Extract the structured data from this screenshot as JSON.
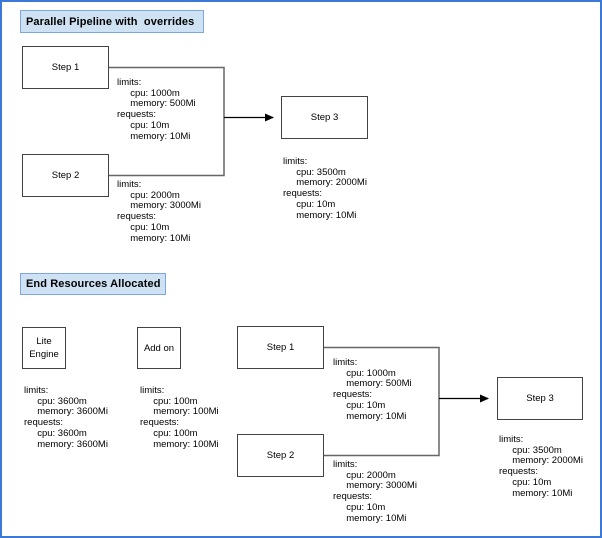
{
  "colors": {
    "canvas_border": "#3c78d8",
    "header_fill": "#cfe2f3",
    "header_border": "#7ea6e0",
    "node_fill": "#ffffff",
    "node_border": "#434343",
    "connector_line": "#666666",
    "arrow": "#000000",
    "text": "#000000"
  },
  "top": {
    "title": "Parallel Pipeline with  overrides",
    "nodes": {
      "step1": "Step 1",
      "step2": "Step 2",
      "step3": "Step 3"
    },
    "resources": {
      "step1": [
        "limits:",
        "     cpu: 1000m",
        "     memory: 500Mi",
        "requests:",
        "     cpu: 10m",
        "     memory: 10Mi"
      ],
      "step2": [
        "limits:",
        "     cpu: 2000m",
        "     memory: 3000Mi",
        "requests:",
        "     cpu: 10m",
        "     memory: 10Mi"
      ],
      "step3": [
        "limits:",
        "     cpu: 3500m",
        "     memory: 2000Mi",
        "requests:",
        "     cpu: 10m",
        "     memory: 10Mi"
      ]
    }
  },
  "bottom": {
    "title": "End Resources Allocated",
    "nodes": {
      "lite_engine": "Lite Engine",
      "add_on": "Add on",
      "step1": "Step 1",
      "step2": "Step 2",
      "step3": "Step 3"
    },
    "resources": {
      "lite_engine": [
        "limits:",
        "     cpu: 3600m",
        "     memory: 3600Mi",
        "requests:",
        "     cpu: 3600m",
        "     memory: 3600Mi"
      ],
      "add_on": [
        "limits:",
        "     cpu: 100m",
        "     memory: 100Mi",
        "requests:",
        "     cpu: 100m",
        "     memory: 100Mi"
      ],
      "step1": [
        "limits:",
        "     cpu: 1000m",
        "     memory: 500Mi",
        "requests:",
        "     cpu: 10m",
        "     memory: 10Mi"
      ],
      "step2": [
        "limits:",
        "     cpu: 2000m",
        "     memory: 3000Mi",
        "requests:",
        "     cpu: 10m",
        "     memory: 10Mi"
      ],
      "step3": [
        "limits:",
        "     cpu: 3500m",
        "     memory: 2000Mi",
        "requests:",
        "     cpu: 10m",
        "     memory: 10Mi"
      ]
    }
  }
}
